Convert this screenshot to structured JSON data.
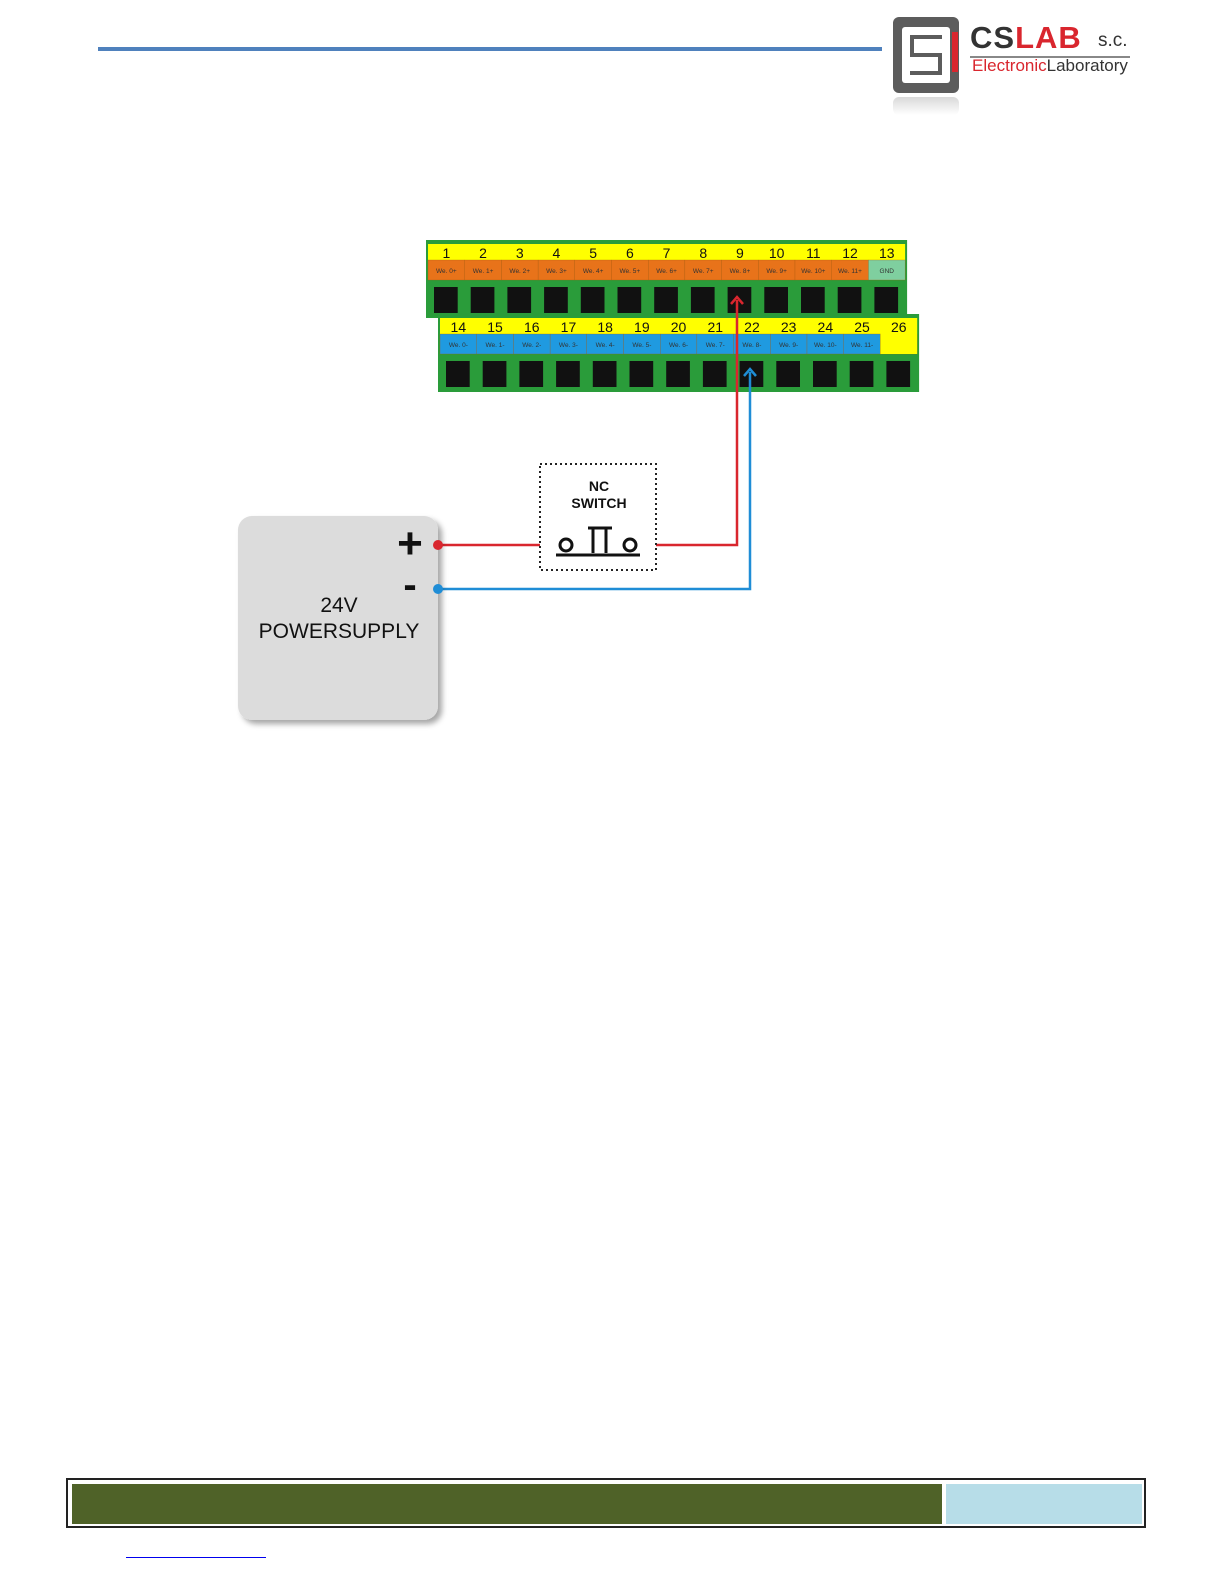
{
  "logo": {
    "brand_cs": "CS",
    "brand_lab": "LAB",
    "suffix": "s.c.",
    "subtitle_part1": "Electronic",
    "subtitle_part2": "Laboratory"
  },
  "terminal_block": {
    "top_row": {
      "numbers": [
        "1",
        "2",
        "3",
        "4",
        "5",
        "6",
        "7",
        "8",
        "9",
        "10",
        "11",
        "12",
        "13"
      ],
      "labels": [
        "We. 0+",
        "We. 1+",
        "We. 2+",
        "We. 3+",
        "We. 4+",
        "We. 5+",
        "We. 6+",
        "We. 7+",
        "We. 8+",
        "We. 9+",
        "We. 10+",
        "We. 11+",
        "GND"
      ]
    },
    "bottom_row": {
      "numbers": [
        "14",
        "15",
        "16",
        "17",
        "18",
        "19",
        "20",
        "21",
        "22",
        "23",
        "24",
        "25",
        "26"
      ],
      "labels": [
        "We. 0-",
        "We. 1-",
        "We. 2-",
        "We. 3-",
        "We. 4-",
        "We. 5-",
        "We. 6-",
        "We. 7-",
        "We. 8-",
        "We. 9-",
        "We. 10-",
        "We. 11-",
        ""
      ]
    }
  },
  "switch": {
    "line1": "NC",
    "line2": "SWITCH"
  },
  "power_supply": {
    "plus": "+",
    "minus": "-",
    "line1": "24V",
    "line2": "POWERSUPPLY"
  },
  "colors": {
    "header_rule": "#4f81bd",
    "wire_positive": "#d9262e",
    "wire_negative": "#1f8dd6",
    "terminal_orange": "#e8731a",
    "terminal_blue": "#1f9ae0",
    "terminal_yellow": "#ffff00",
    "terminal_green": "#2a9c3a",
    "gnd_green": "#7fcf9f",
    "footer_green": "#4f6228",
    "footer_blue": "#b7dde8"
  }
}
